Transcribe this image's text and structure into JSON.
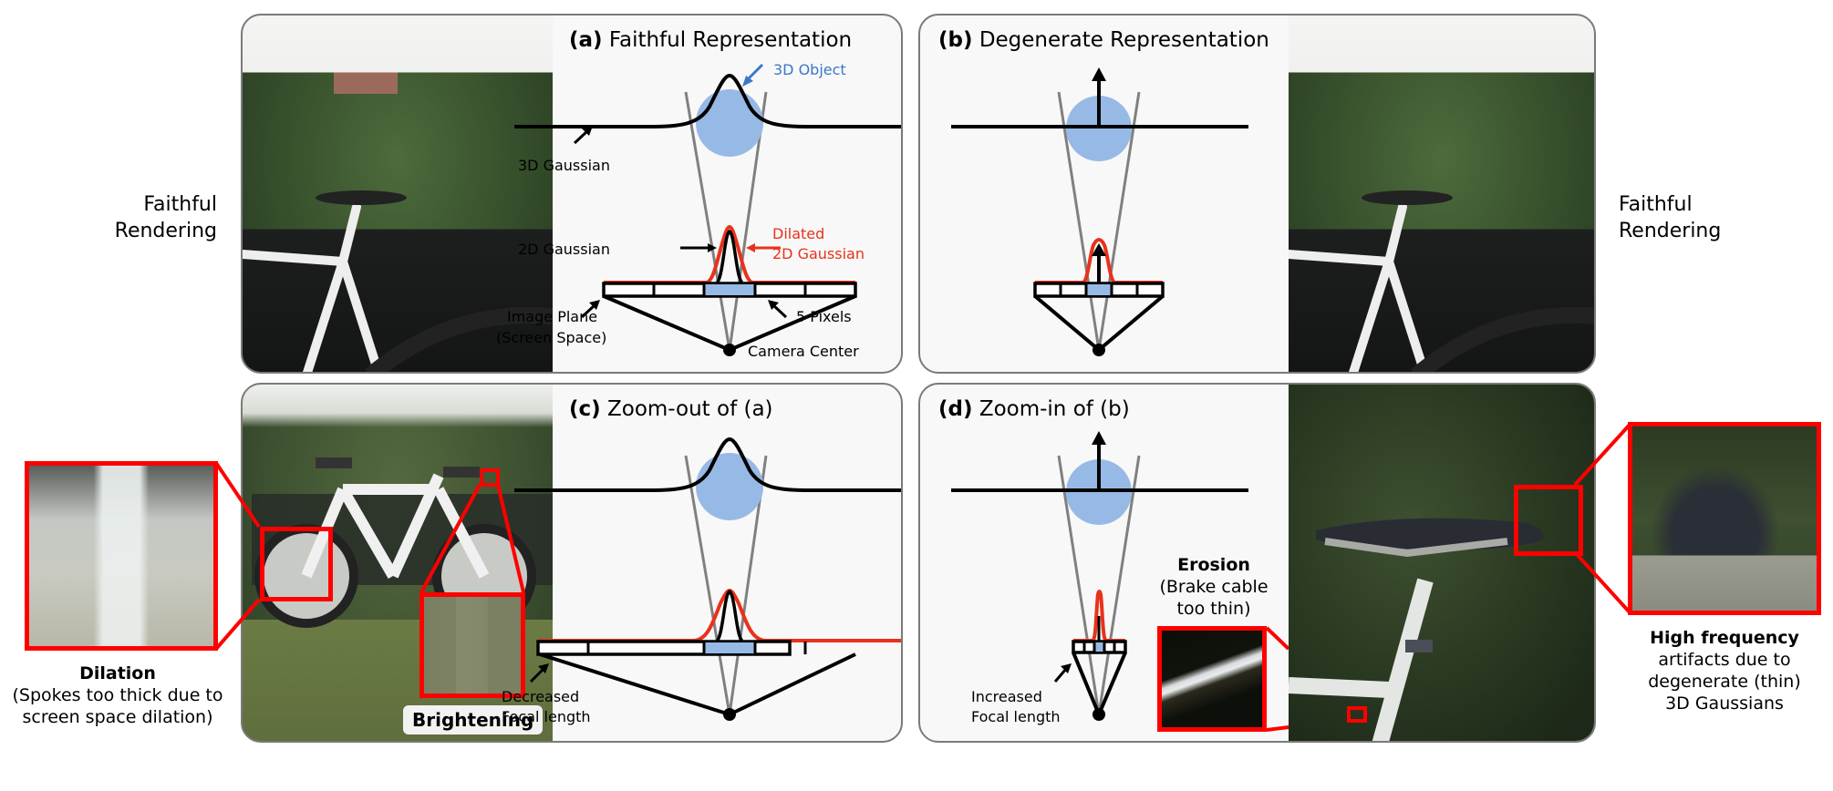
{
  "side_labels": {
    "left_top": [
      "Faithful",
      "Rendering"
    ],
    "right_top": [
      "Faithful",
      "Rendering"
    ]
  },
  "panels": {
    "a": {
      "letter": "(a)",
      "title": "Faithful Representation",
      "labels": {
        "object": "3D Object",
        "gaussian3d": "3D Gaussian",
        "gaussian2d": "2D Gaussian",
        "dilated_1": "Dilated",
        "dilated_2": "2D Gaussian",
        "image_plane_1": "Image Plane",
        "image_plane_2": "(Screen Space)",
        "pixels": "5 Pixels",
        "camera": "Camera Center"
      }
    },
    "b": {
      "letter": "(b)",
      "title": "Degenerate Representation"
    },
    "c": {
      "letter": "(c)",
      "title": "Zoom-out of (a)",
      "labels": {
        "focal_1": "Decreased",
        "focal_2": "Focal length"
      },
      "badge": "Brightening"
    },
    "d": {
      "letter": "(d)",
      "title": "Zoom-in of (b)",
      "labels": {
        "focal_1": "Increased",
        "focal_2": "Focal length"
      },
      "erosion": {
        "title": "Erosion",
        "line1": "(Brake cable",
        "line2": "too thin)"
      }
    }
  },
  "captions": {
    "dilation": {
      "title": "Dilation",
      "line1": "(Spokes too thick due to",
      "line2": "screen space dilation)"
    },
    "high_freq": {
      "title": "High frequency",
      "line1": "artifacts due to",
      "line2": "degenerate (thin)",
      "line3": "3D Gaussians"
    }
  },
  "colors": {
    "object_blue": "#97b9e5",
    "label_blue": "#3a78c8",
    "dilated_red": "#e8321b",
    "inset_red": "#ff0000",
    "ray_gray": "#808080",
    "panel_border": "#7a7a7a",
    "panel_bg": "#f8f8f8"
  }
}
